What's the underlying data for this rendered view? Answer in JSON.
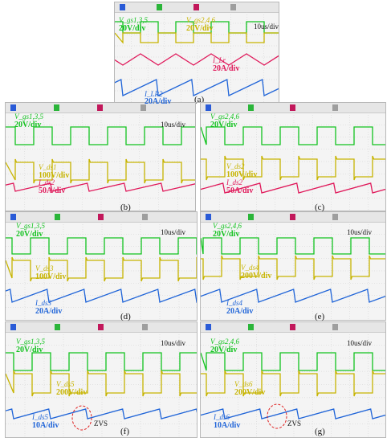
{
  "panels": [
    {
      "id": "a",
      "label": "(a)",
      "labels": [
        {
          "text": "V_gs1,3,5",
          "color": "green"
        },
        {
          "text": "20V/div",
          "color": "green"
        },
        {
          "text": "V_gs2,4,6",
          "color": "yellow"
        },
        {
          "text": "20V/div",
          "color": "yellow"
        },
        {
          "text": "I_Lr",
          "color": "red"
        },
        {
          "text": "20A/div",
          "color": "red"
        },
        {
          "text": "I_LR2",
          "color": "blue"
        },
        {
          "text": "20A/div",
          "color": "blue"
        }
      ],
      "timebase": "10us/div"
    },
    {
      "id": "b",
      "label": "(b)",
      "labels": [
        {
          "text": "V_gs1,3,5",
          "color": "green"
        },
        {
          "text": "20V/div",
          "color": "green"
        },
        {
          "text": "V_ds1",
          "color": "yellow"
        },
        {
          "text": "100V/div",
          "color": "yellow"
        },
        {
          "text": "I_ds2",
          "color": "red"
        },
        {
          "text": "50A/div",
          "color": "red"
        }
      ],
      "timebase": "10us/div"
    },
    {
      "id": "c",
      "label": "(c)",
      "labels": [
        {
          "text": "V_gs2,4,6",
          "color": "green"
        },
        {
          "text": "20V/div",
          "color": "green"
        },
        {
          "text": "V_ds2",
          "color": "yellow"
        },
        {
          "text": "100V/div",
          "color": "yellow"
        },
        {
          "text": "I_ds2",
          "color": "red"
        },
        {
          "text": "50A/div",
          "color": "red"
        }
      ],
      "timebase": ""
    },
    {
      "id": "d",
      "label": "(d)",
      "labels": [
        {
          "text": "V_gs1,3,5",
          "color": "green"
        },
        {
          "text": "20V/div",
          "color": "green"
        },
        {
          "text": "V_ds3",
          "color": "yellow"
        },
        {
          "text": "100V/div",
          "color": "yellow"
        },
        {
          "text": "I_ds3",
          "color": "blue"
        },
        {
          "text": "20A/div",
          "color": "blue"
        }
      ],
      "timebase": "10us/div"
    },
    {
      "id": "e",
      "label": "(e)",
      "labels": [
        {
          "text": "V_gs2,4,6",
          "color": "green"
        },
        {
          "text": "20V/div",
          "color": "green"
        },
        {
          "text": "V_ds4",
          "color": "yellow"
        },
        {
          "text": "200V/div",
          "color": "yellow"
        },
        {
          "text": "I_ds4",
          "color": "blue"
        },
        {
          "text": "20A/div",
          "color": "blue"
        }
      ],
      "timebase": "10us/div"
    },
    {
      "id": "f",
      "label": "(f)",
      "labels": [
        {
          "text": "V_gs1,3,5",
          "color": "green"
        },
        {
          "text": "20V/div",
          "color": "green"
        },
        {
          "text": "V_ds5",
          "color": "yellow"
        },
        {
          "text": "200V/div",
          "color": "yellow"
        },
        {
          "text": "I_ds5",
          "color": "blue"
        },
        {
          "text": "10A/div",
          "color": "blue"
        }
      ],
      "timebase": "10us/div",
      "zvs": "ZVS"
    },
    {
      "id": "g",
      "label": "(g)",
      "labels": [
        {
          "text": "V_gs2,4,6",
          "color": "green"
        },
        {
          "text": "20V/div",
          "color": "green"
        },
        {
          "text": "V_ds6",
          "color": "yellow"
        },
        {
          "text": "200V/div",
          "color": "yellow"
        },
        {
          "text": "I_ds6",
          "color": "blue"
        },
        {
          "text": "10A/div",
          "color": "blue"
        }
      ],
      "timebase": "10us/div",
      "zvs": "ZVS"
    }
  ],
  "colors": {
    "green": "#12c21f",
    "yellow": "#c7b400",
    "red": "#e0185a",
    "blue": "#1f64d8",
    "grid": "#cfcfcf",
    "chip_blue": "#2a5bd7",
    "chip_green": "#2bb53a",
    "chip_pink": "#c2185b",
    "chip_gray": "#9e9e9e"
  }
}
